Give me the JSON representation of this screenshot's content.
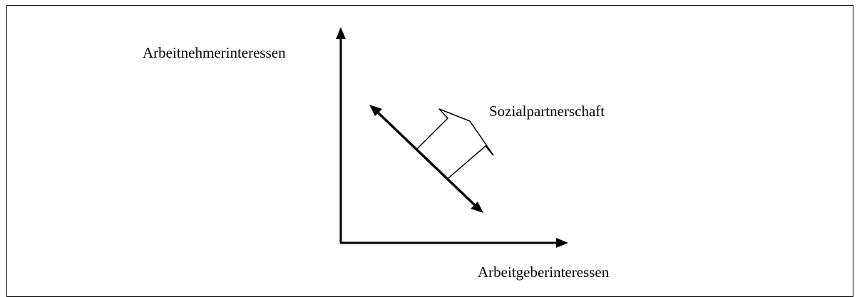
{
  "diagram": {
    "y_axis_label": "Arbeitnehmerinteressen",
    "x_axis_label": "Arbeitgeberinteressen",
    "concept_label": "Sozialpartnerschaft",
    "line_color": "#000000",
    "background_color": "#ffffff"
  }
}
